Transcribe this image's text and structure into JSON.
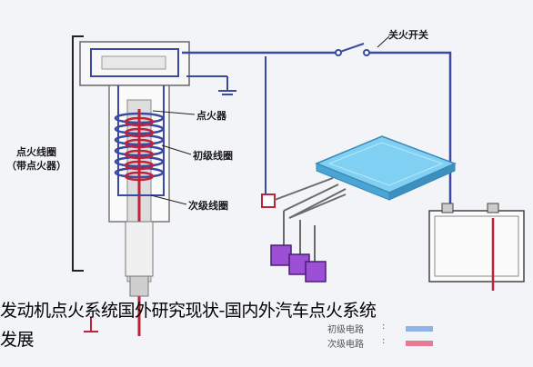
{
  "labels": {
    "ignition_switch": "关火开关",
    "ignition_plug": "点火器",
    "primary_coil": "初级线圈",
    "secondary_coil": "次级线圈",
    "ignition_coil_line1": "点火线圈",
    "ignition_coil_line2": "（带点火器）"
  },
  "legend": {
    "primary_label": "初级电路",
    "secondary_label": "次级电路",
    "primary_color": "#8fb3e6",
    "secondary_color": "#e87a93"
  },
  "caption": {
    "line1": "发动机点火系统国外研究现状-国内外汽车点火系统",
    "line2": "发展"
  },
  "colors": {
    "primary_wire": "#3a4aa0",
    "secondary_wire": "#c0223a",
    "ecu": "#5bbde8",
    "modules": "#8a3fc4"
  }
}
